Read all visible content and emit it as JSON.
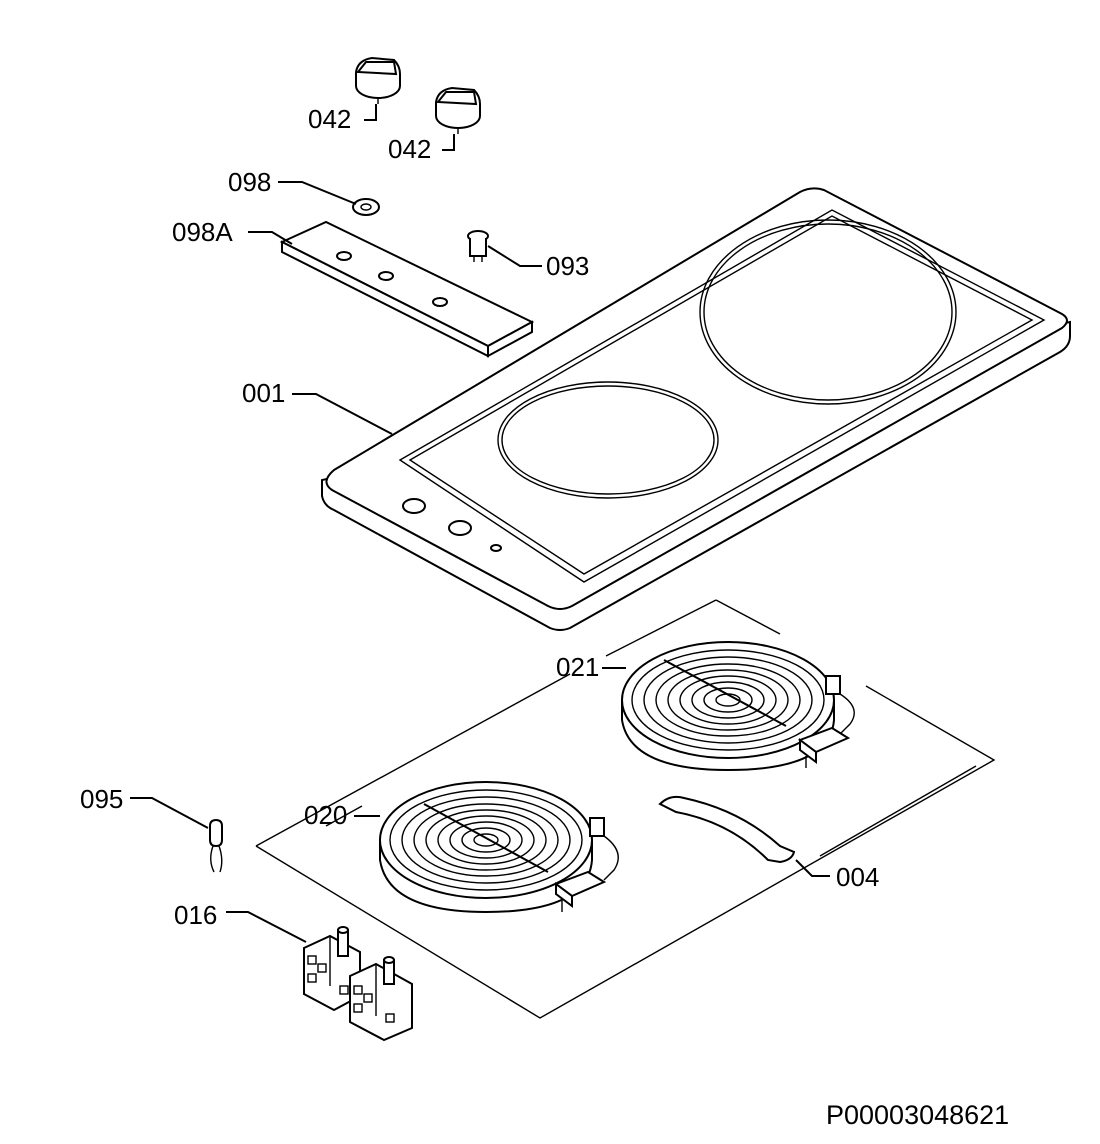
{
  "diagram": {
    "labels": {
      "knob_a": "042",
      "knob_b": "042",
      "washer": "098",
      "panel_strip": "098A",
      "pin": "093",
      "hob_top": "001",
      "heater_large": "021",
      "heater_small": "020",
      "sensor": "095",
      "clip": "004",
      "switch": "016"
    },
    "drawing_code": "P00003048621"
  }
}
